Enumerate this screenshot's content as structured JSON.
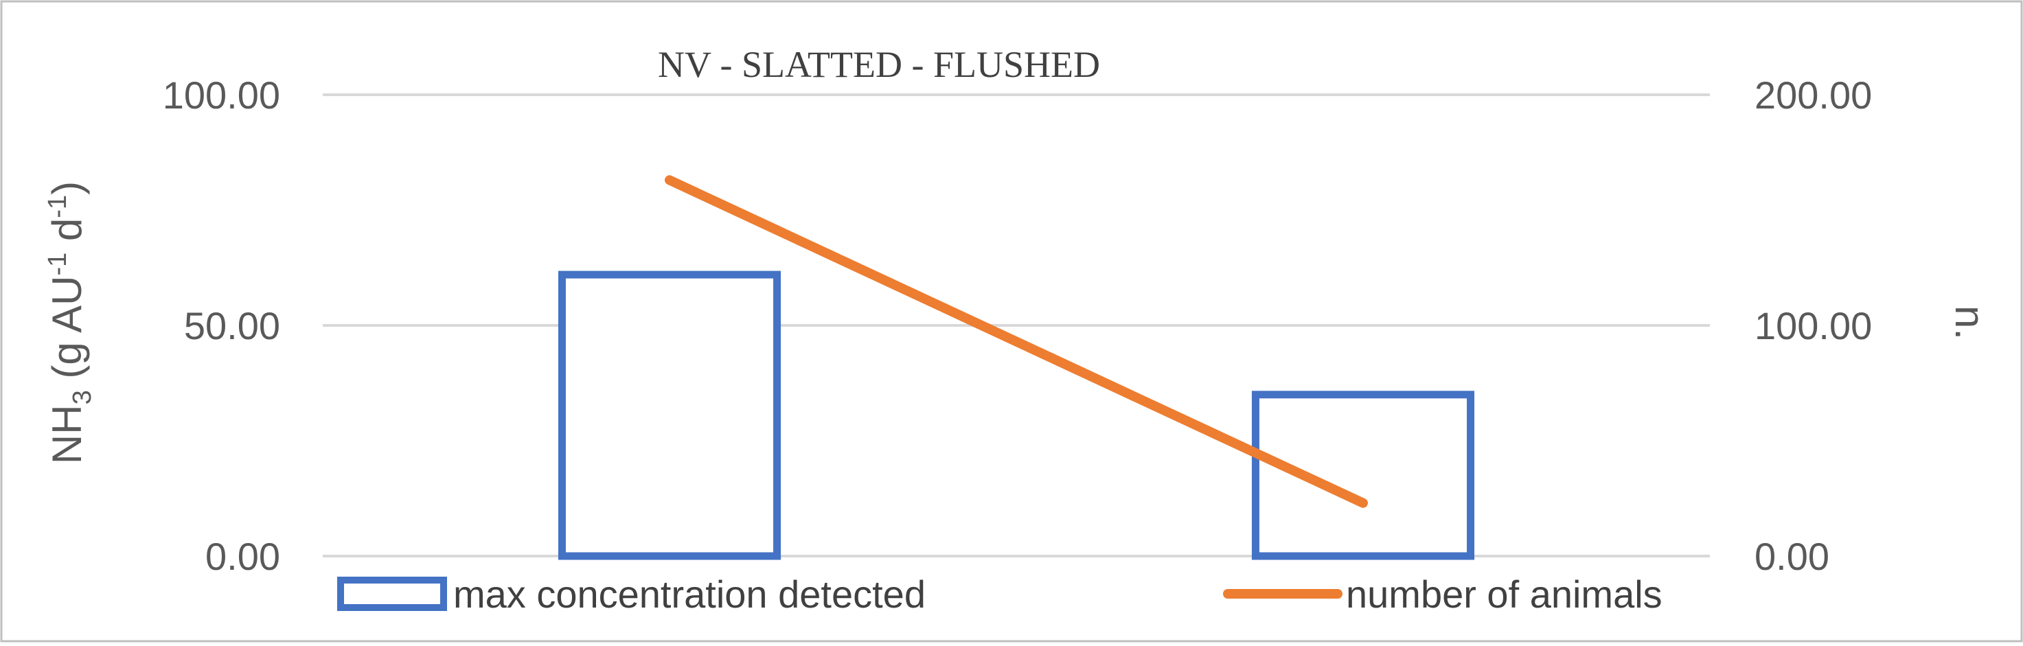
{
  "chart_data": {
    "type": "bar",
    "title": "NV -  SLATTED - FLUSHED",
    "categories": [
      "",
      ""
    ],
    "series": [
      {
        "name": "max concentration detected",
        "kind": "bar",
        "axis": "left",
        "values": [
          61.0,
          35.0
        ],
        "color": "#4472C4"
      },
      {
        "name": "number of animals",
        "kind": "line",
        "axis": "right",
        "values": [
          163.0,
          23.0
        ],
        "color": "#ED7D31"
      }
    ],
    "ylabel": {
      "main": "NH",
      "sub": "3",
      "rest1": " (g AU",
      "sup1": "-1",
      "rest2": " d",
      "sup2": "-1",
      "rest3": ")"
    },
    "y2label": "n.",
    "ylim": [
      0,
      100
    ],
    "y2lim": [
      0,
      200
    ],
    "yticks": [
      "0.00",
      "50.00",
      "100.00"
    ],
    "y2ticks": [
      "0.00",
      "100.00",
      "200.00"
    ],
    "grid": true,
    "legend": "bottom"
  }
}
